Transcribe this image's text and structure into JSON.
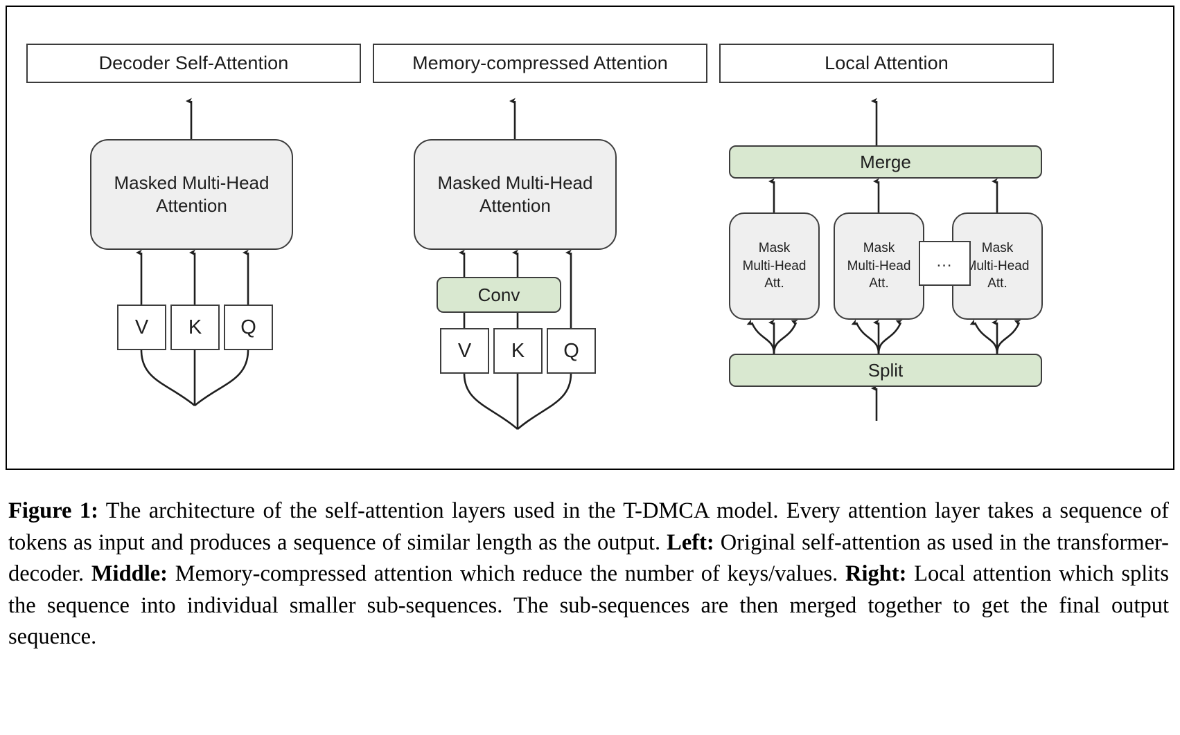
{
  "figure": {
    "panels": [
      {
        "id": "left",
        "header": "Decoder Self-Attention",
        "nodes": {
          "attention": "Masked Multi-Head\nAttention",
          "attention_line1": "Masked Multi-Head",
          "attention_line2": "Attention",
          "v": "V",
          "k": "K",
          "q": "Q"
        }
      },
      {
        "id": "middle",
        "header": "Memory-compressed Attention",
        "nodes": {
          "attention_line1": "Masked Multi-Head",
          "attention_line2": "Attention",
          "conv": "Conv",
          "v": "V",
          "k": "K",
          "q": "Q"
        }
      },
      {
        "id": "right",
        "header": "Local Attention",
        "nodes": {
          "merge": "Merge",
          "attention_line1": "Mask",
          "attention_line2": "Multi-Head",
          "attention_line3": "Att.",
          "ellipsis": "…",
          "split": "Split"
        }
      }
    ],
    "colors": {
      "green_fill": "#d9e8d0",
      "gray_fill": "#efefef",
      "stroke": "#3d3d3d",
      "frame": "#000000",
      "white_fill": "#ffffff"
    }
  },
  "caption": {
    "label": "Figure 1:",
    "text_1": " The architecture of the self-attention layers used in the T-DMCA model. Every attention layer takes a sequence of tokens as input and produces a sequence of similar length as the output. ",
    "bold_left": "Left:",
    "text_2": " Original self-attention as used in the transformer-decoder. ",
    "bold_middle": "Middle:",
    "text_3": " Memory-compressed attention which reduce the number of keys/values. ",
    "bold_right": "Right:",
    "text_4": " Local attention which splits the sequence into individual smaller sub-sequences. The sub-sequences are then merged together to get the final output sequence."
  }
}
